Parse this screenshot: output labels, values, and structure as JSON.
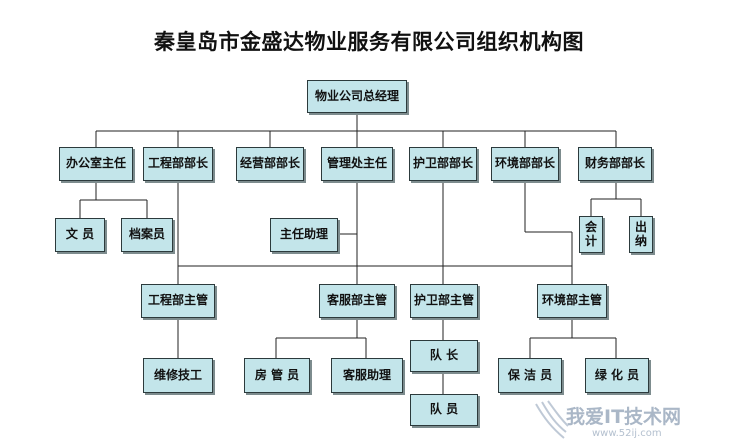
{
  "title": "秦皇岛市金盛达物业服务有限公司组织机构图",
  "nodes": {
    "gm": "物业公司总经理",
    "office_head": "办公室主任",
    "eng_head": "工程部部长",
    "biz_head": "经营部部长",
    "mgmt_head": "管理处主任",
    "guard_head": "护卫部部长",
    "env_head": "环境部部长",
    "fin_head": "财务部部长",
    "clerk": "文 员",
    "archivist": "档案员",
    "assistant": "主任助理",
    "accountant_l1": "会",
    "accountant_l2": "计",
    "cashier_l1": "出",
    "cashier_l2": "纳",
    "eng_super": "工程部主管",
    "svc_super": "客服部主管",
    "guard_super": "护卫部主管",
    "env_super": "环境部主管",
    "tech": "维修技工",
    "housing": "房 管 员",
    "svc_asst": "客服助理",
    "captain": "队 长",
    "member": "队 员",
    "cleaner": "保 洁 员",
    "green": "绿 化 员"
  },
  "watermark": {
    "text": "我爱IT技术网",
    "url": "www.52ij.com"
  }
}
